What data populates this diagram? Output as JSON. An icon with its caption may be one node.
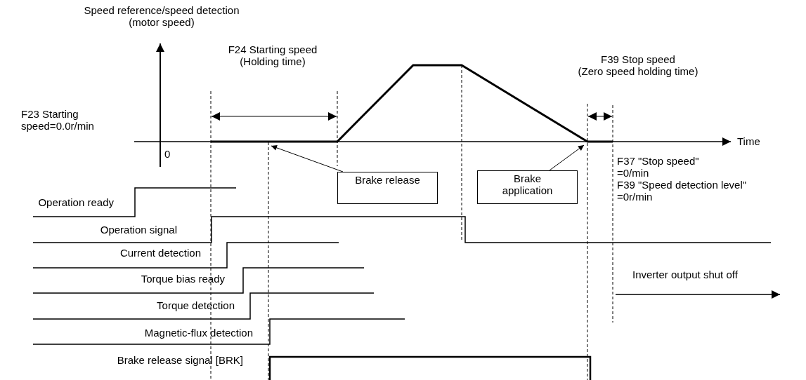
{
  "diagram": {
    "nodes": [
      {
        "text": [
          "Brake release"
        ]
      },
      {
        "text": [
          "Brake application"
        ]
      }
    ],
    "edges": [
      {
        "from": 0,
        "to": null,
        "arrow": "to"
      },
      {
        "from": 1,
        "to": null,
        "arrow": "to"
      }
    ],
    "labels": [
      "Speed reference/speed detection (motor speed)",
      "F24 Starting speed (Holding time)",
      "F39 Stop speed (Zero speed holding time)",
      "F23 Starting speed=0.0r/min",
      "Time",
      "0",
      "F37 \"Stop speed\" =0/min",
      "F39 \"Speed detection level\" =0r/min",
      "Operation ready",
      "Operation signal",
      "Current detection",
      "Torque bias ready",
      "Torque detection",
      "Inverter output shut off",
      "Magnetic-flux detection",
      "Brake release signal [BRK]"
    ]
  }
}
